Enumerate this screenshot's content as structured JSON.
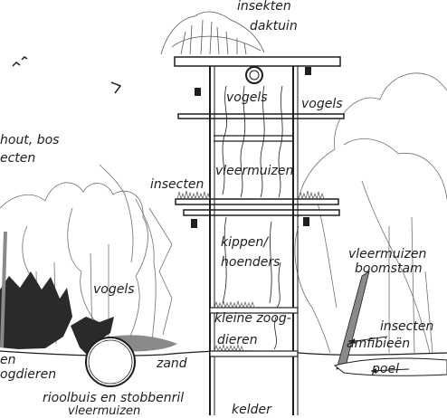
{
  "labels": {
    "roof_insects": "insekten",
    "roof_garden": "daktuin",
    "birds_inner": "vogels",
    "birds_outer": "vogels",
    "bats_mid": "vleermuizen",
    "insects_left": "insecten",
    "chickens_line1": "kippen/",
    "chickens_line2": "hoenders",
    "small_mammals_line1": "kleine zoog-",
    "small_mammals_line2": "dieren",
    "cellar": "kelder",
    "sand": "zand",
    "sewer_pipe": "rioolbuis en stobbenril",
    "sewer_bats": "vleermuizen",
    "bats_right": "vleermuizen",
    "tree_trunk": "boomstam",
    "insects_right": "insecten",
    "amphibians": "amfibieën",
    "pond": "poel",
    "wood_forest": "hout, bos",
    "insects_topleft": "ecten",
    "birds_left": "vogels",
    "left_cut_line1": "en",
    "left_cut_line2": "ogdieren"
  },
  "colors": {
    "ink": "#1e1e1e",
    "paper": "#ffffff",
    "fill_dark": "#2a2a2a",
    "foliage": "#8a8a8a"
  }
}
